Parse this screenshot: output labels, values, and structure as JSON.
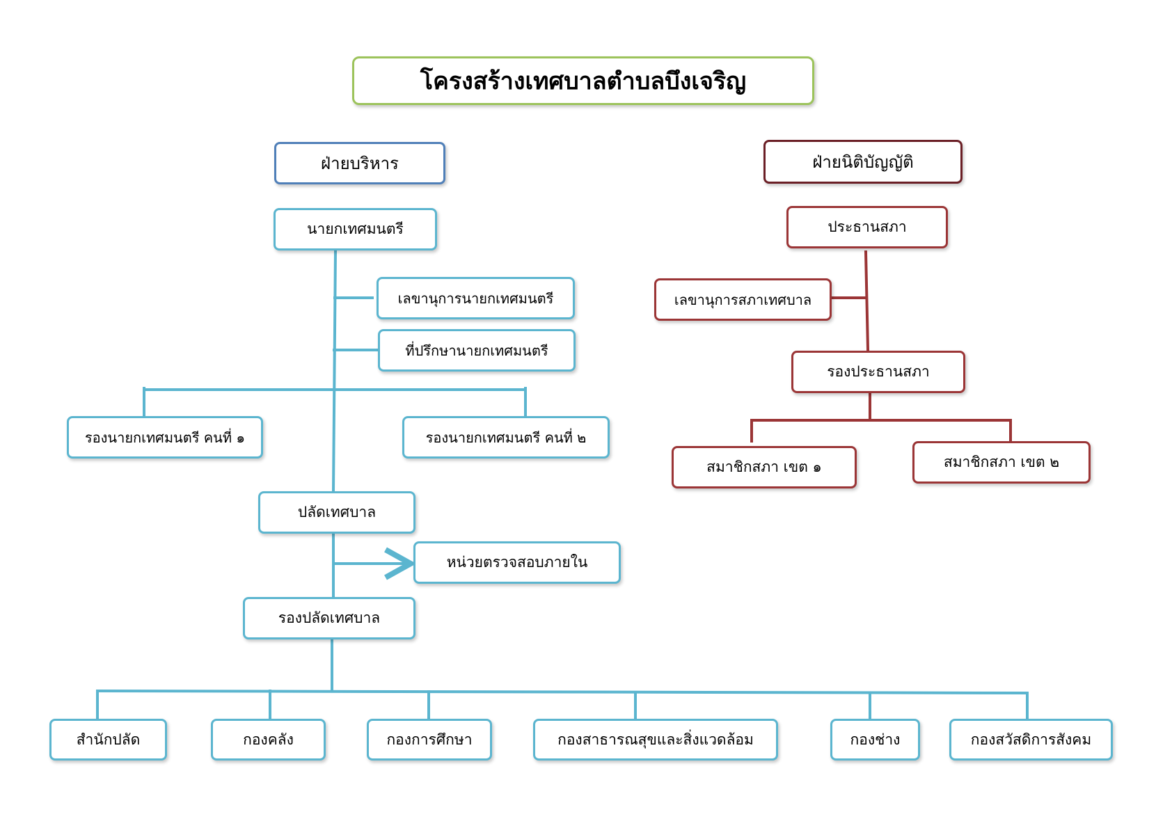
{
  "title": "โครงสร้างเทศบาลตำบลบึงเจริญ",
  "executive": {
    "heading": "ฝ่ายบริหาร",
    "mayor": "นายกเทศมนตรี",
    "secretary": "เลขานุการนายกเทศมนตรี",
    "advisor": "ที่ปรึกษานายกเทศมนตรี",
    "deputy_1": "รองนายกเทศมนตรี คนที่ ๑",
    "deputy_2": "รองนายกเทศมนตรี คนที่ ๒",
    "clerk": "ปลัดเทศบาล",
    "audit": "หน่วยตรวจสอบภายใน",
    "deputy_clerk": "รองปลัดเทศบาล",
    "divisions": [
      "สำนักปลัด",
      "กองคลัง",
      "กองการศึกษา",
      "กองสาธารณสุขและสิ่งแวดล้อม",
      "กองช่าง",
      "กองสวัสดิการสังคม"
    ]
  },
  "legislative": {
    "heading": "ฝ่ายนิติบัญญัติ",
    "chair": "ประธานสภา",
    "secretary": "เลขานุการสภาเทศบาล",
    "vice_chair": "รองประธานสภา",
    "member_1": "สมาชิกสภา เขต ๑",
    "member_2": "สมาชิกสภา เขต ๒"
  },
  "colors": {
    "executive_line": "#5bb5cf",
    "legislative_line": "#9b3536",
    "title_border": "#9cc35b",
    "executive_heading_border": "#4f7fb8",
    "legislative_heading_border": "#6b1f26"
  }
}
